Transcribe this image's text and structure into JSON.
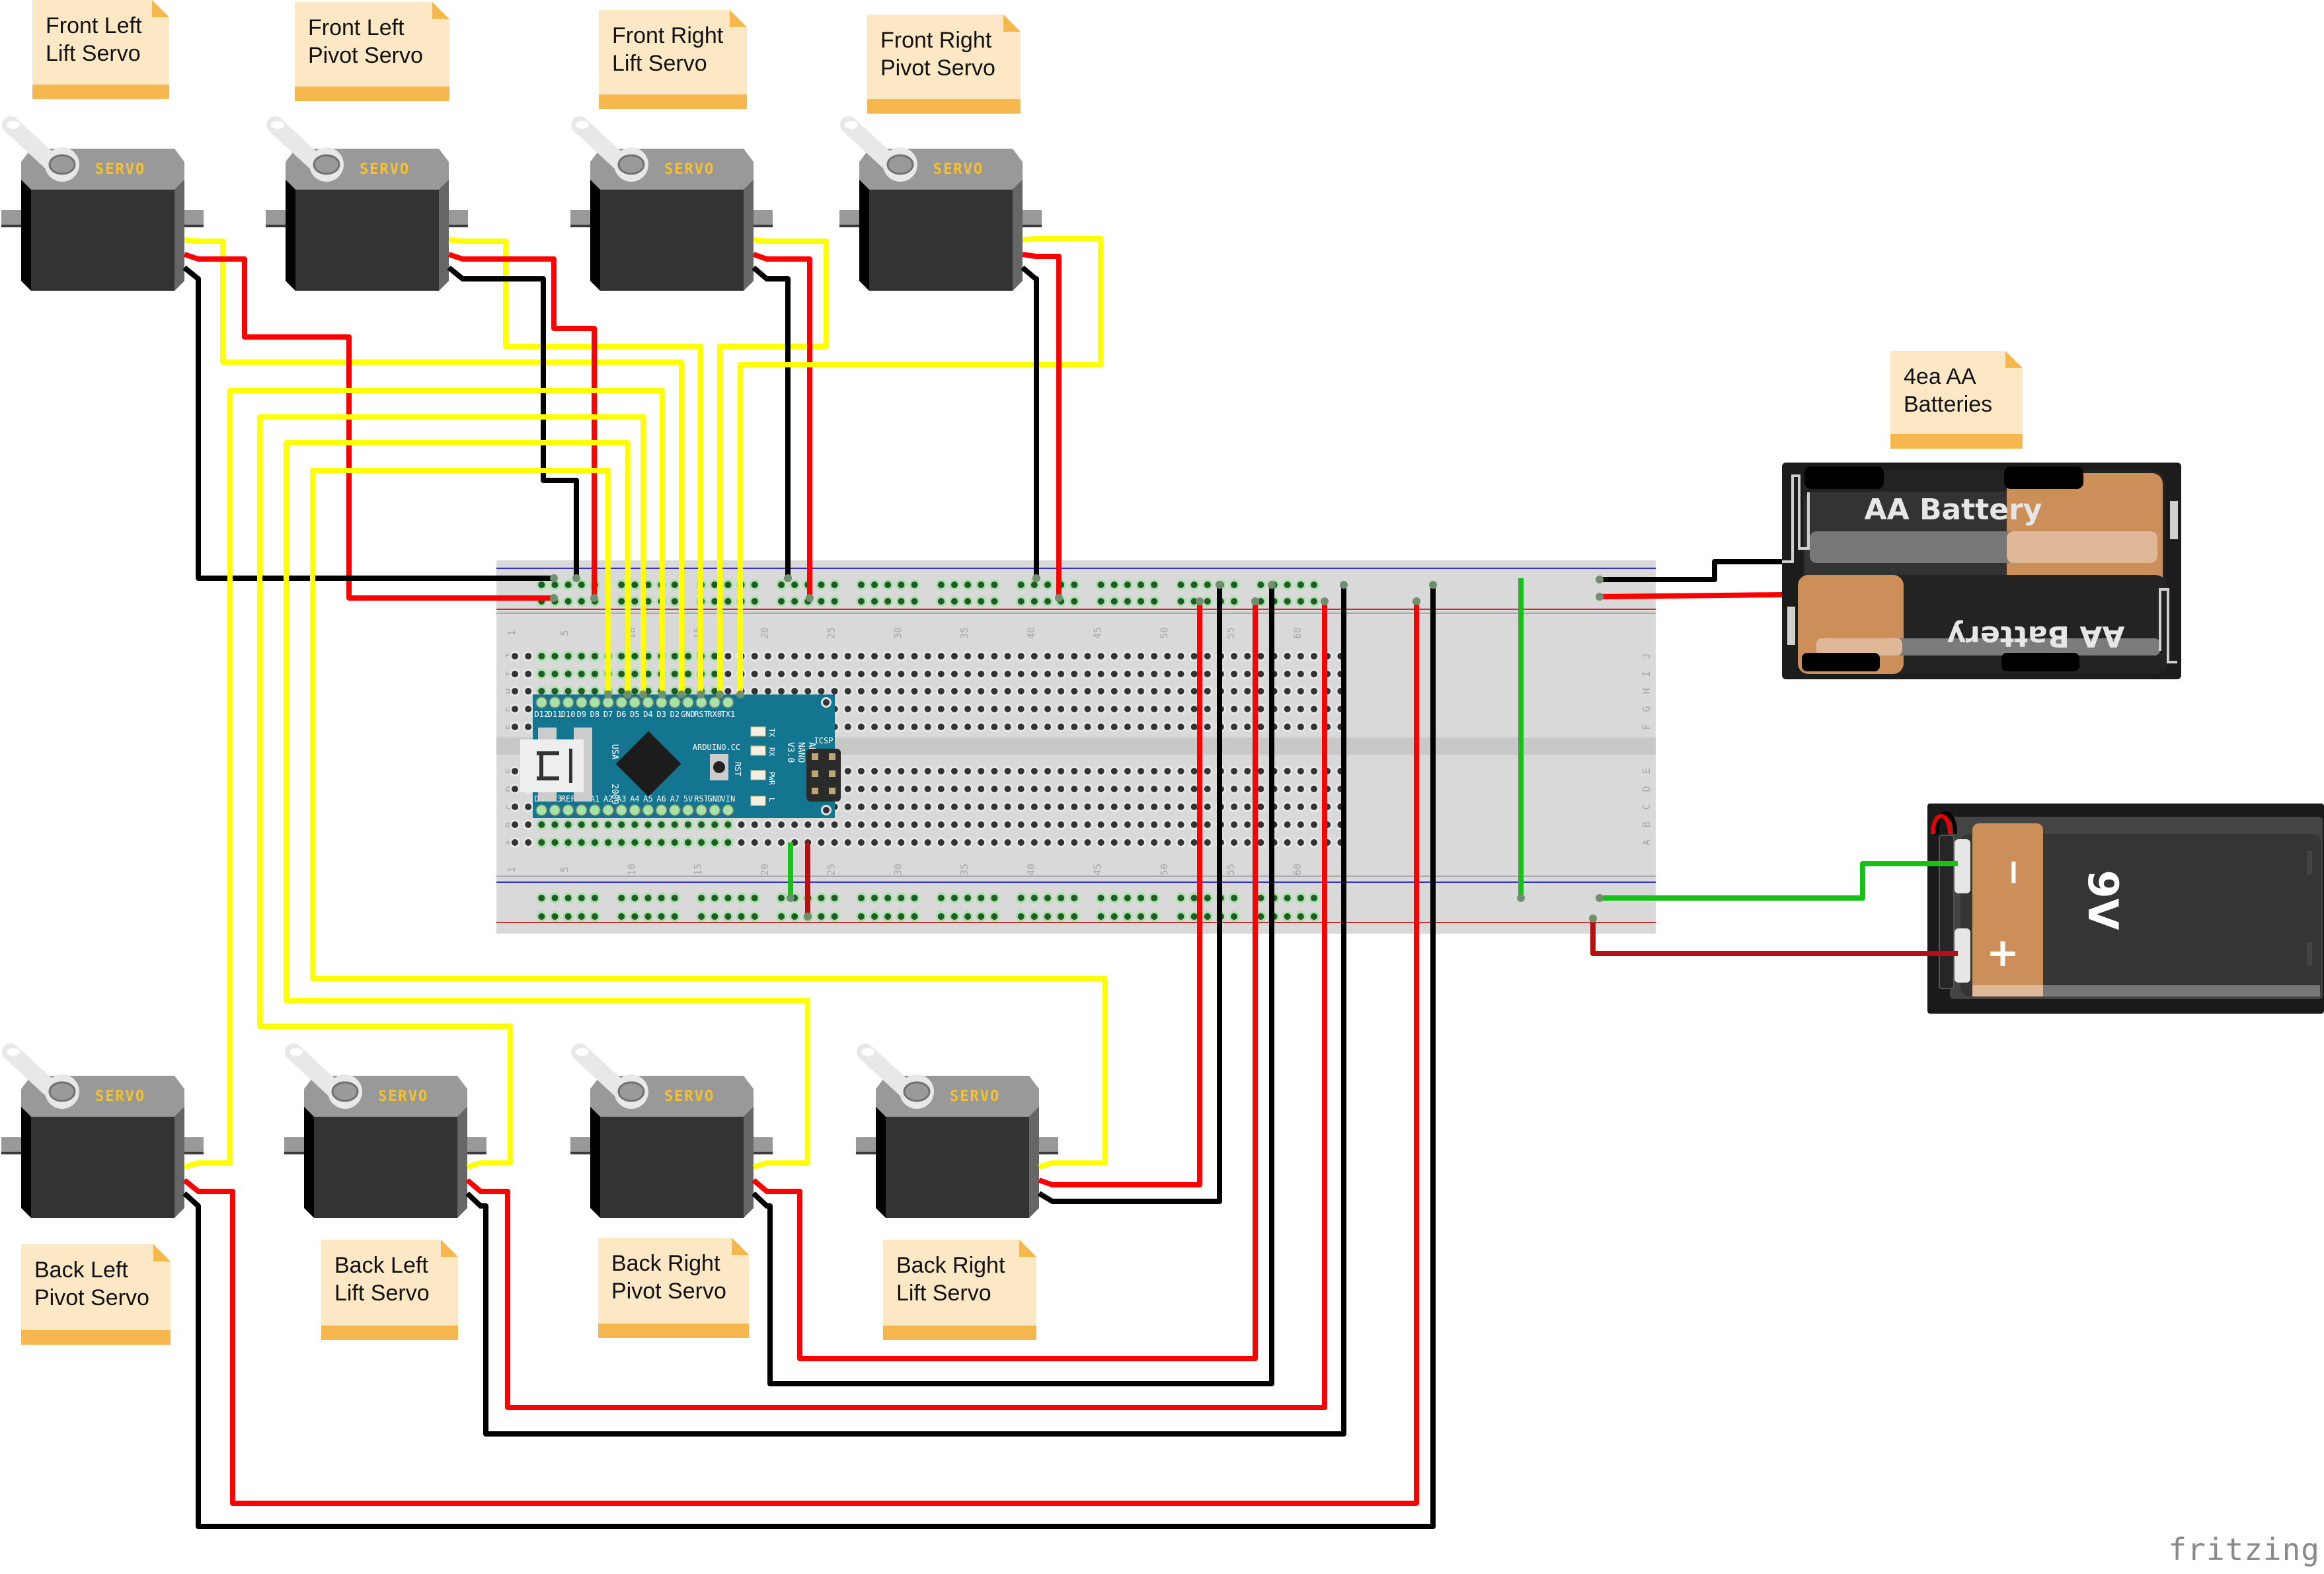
{
  "app": {
    "name": "fritzing",
    "view": "Breadboard View"
  },
  "notes": [
    {
      "id": "front-left-lift",
      "text": "Front Left\nLift Servo"
    },
    {
      "id": "front-left-pivot",
      "text": "Front Left\nPivot Servo"
    },
    {
      "id": "front-right-lift",
      "text": "Front Right\nLift Servo"
    },
    {
      "id": "front-right-pivot",
      "text": "Front Right\nPivot Servo"
    },
    {
      "id": "aa-batteries",
      "text": "4ea AA\nBatteries"
    },
    {
      "id": "back-left-pivot",
      "text": "Back Left\nPivot Servo"
    },
    {
      "id": "back-left-lift",
      "text": "Back Left\nLift Servo"
    },
    {
      "id": "back-right-pivot",
      "text": "Back Right\nPivot Servo"
    },
    {
      "id": "back-right-lift",
      "text": "Back Right\nLift Servo"
    }
  ],
  "servo_label": "SERVO",
  "arduino": {
    "top_pins": [
      "D12",
      "D11",
      "D10",
      "D9",
      "D8",
      "D7",
      "D6",
      "D5",
      "D4",
      "D3",
      "D2",
      "GND",
      "RST",
      "RX0",
      "TX1"
    ],
    "bottom_pins": [
      "D13",
      "3V3",
      "REF",
      "A0",
      "A1",
      "A2",
      "A3",
      "A4",
      "A5",
      "A6",
      "A7",
      "5V",
      "RST",
      "GND",
      "VIN"
    ],
    "brand": "ARDUINO.CC",
    "model_line1": "ARDUINO",
    "model_line2": "NANO",
    "model_line3": "V3.0",
    "usa": "USA",
    "year": "2009",
    "icsp": "ICSP",
    "rst": "RST",
    "leds": [
      "TX",
      "RX",
      "PWR",
      "L"
    ]
  },
  "breadboard": {
    "column_labels": [
      "1",
      "5",
      "10",
      "15",
      "20",
      "25",
      "30",
      "35",
      "40",
      "45",
      "50",
      "55",
      "60"
    ],
    "row_labels_top": [
      "J",
      "I",
      "H",
      "G",
      "F"
    ],
    "row_labels_bottom": [
      "E",
      "D",
      "C",
      "B",
      "A"
    ]
  },
  "aa_holder": {
    "battery_label": "AA Battery"
  },
  "nine_volt": {
    "label": "9V",
    "minus": "−",
    "plus": "+"
  },
  "colors": {
    "signal_wire": "#ffff00",
    "power_wire": "#ff0000",
    "ground_wire": "#000000",
    "green_wire": "#17c217",
    "dark_red_wire": "#b81010",
    "arduino_board": "#13758f",
    "note_bg": "#fde8c6",
    "note_bar": "#f6b84e",
    "servo_body": "#333333",
    "servo_text": "#f5c22c"
  },
  "logo_text": "fritzing"
}
